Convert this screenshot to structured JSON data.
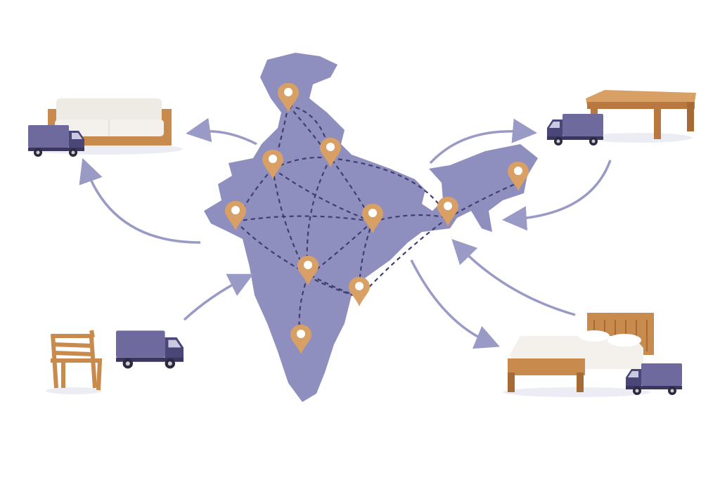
{
  "colors": {
    "map_fill": "#8f8fbf",
    "route_line": "#3f3f6e",
    "pin": "#d9a066",
    "pin_center": "#ffffff",
    "arrow": "#9a9ac6",
    "truck_cargo": "#6e6a9e",
    "truck_cab": "#4a4678",
    "wood": "#c98a4e",
    "cushion": "#eeeae4"
  },
  "icons": [
    "india-map",
    "location-pin",
    "delivery-truck",
    "sofa",
    "coffee-table",
    "wooden-chair",
    "bed",
    "curved-arrow"
  ],
  "pins": [
    {
      "name": "north"
    },
    {
      "name": "north-east-upper"
    },
    {
      "name": "north-west"
    },
    {
      "name": "west"
    },
    {
      "name": "central-east"
    },
    {
      "name": "east"
    },
    {
      "name": "far-north-east"
    },
    {
      "name": "central"
    },
    {
      "name": "south-east"
    },
    {
      "name": "south"
    }
  ]
}
